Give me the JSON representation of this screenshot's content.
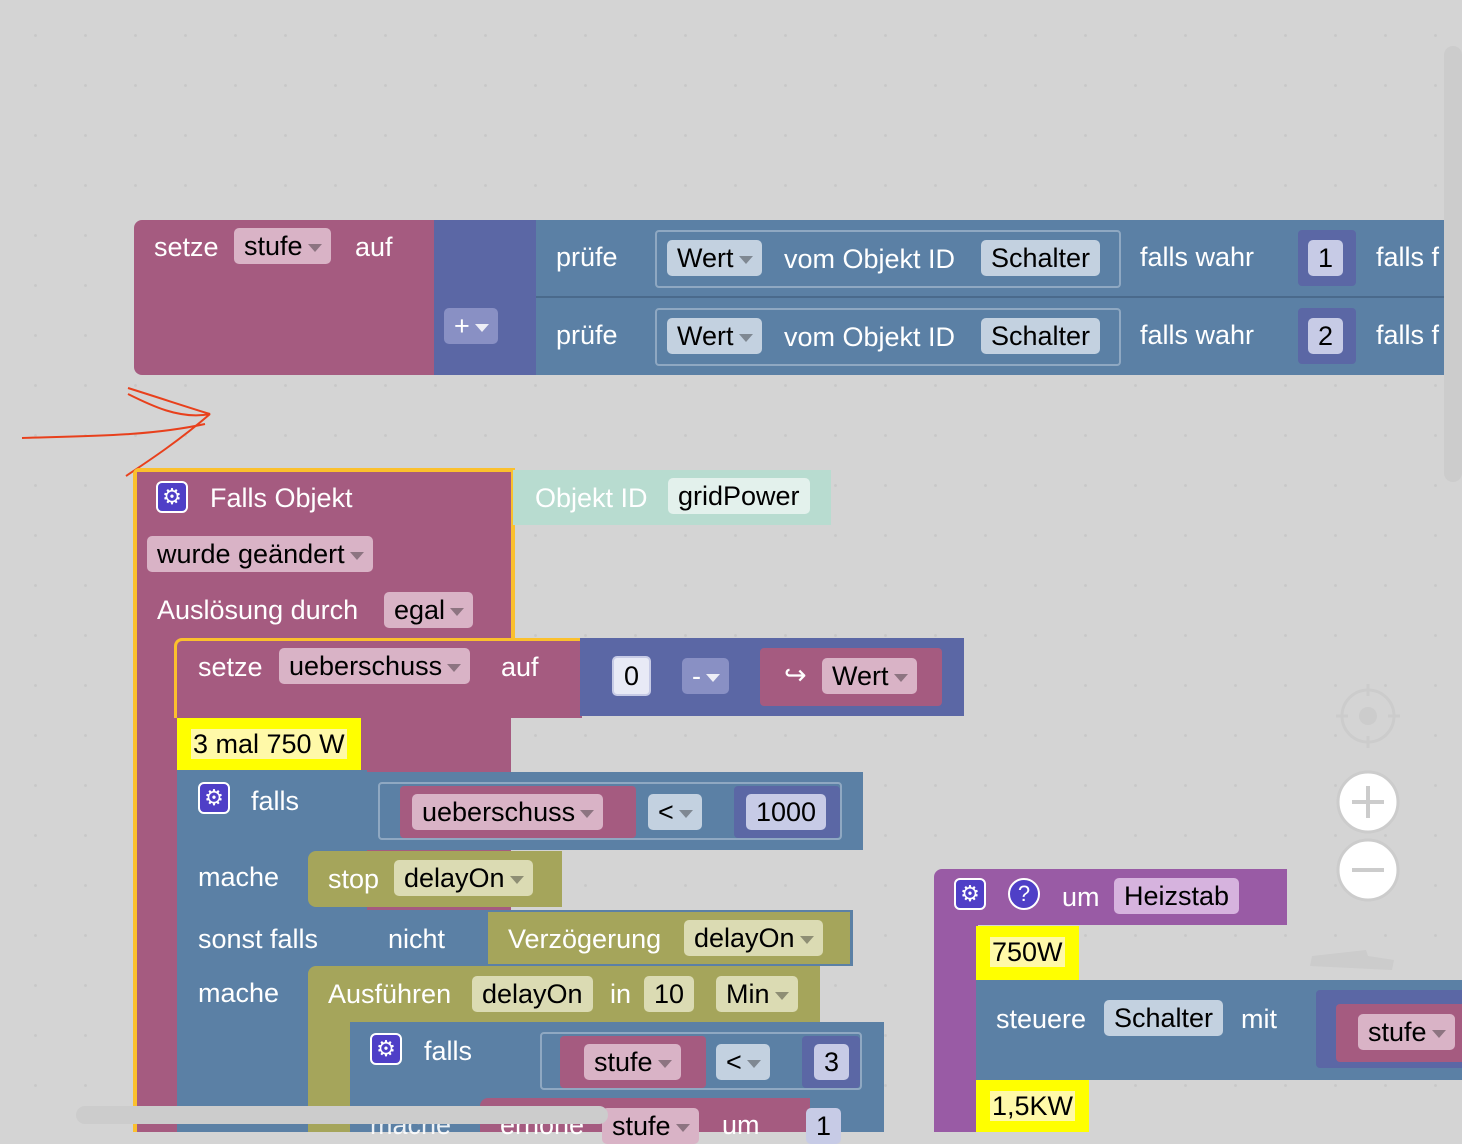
{
  "workspace": {
    "block_set": {
      "setze": "setze",
      "var": "stufe",
      "auf": "auf",
      "plus": "+",
      "row1": {
        "pruefe": "prüfe",
        "wert": "Wert",
        "vom": "vom Objekt ID",
        "id": "Schalter",
        "falls_wahr": "falls wahr",
        "num": "1",
        "falls_f": "falls f"
      },
      "row2": {
        "pruefe": "prüfe",
        "wert": "Wert",
        "vom": "vom Objekt ID",
        "id": "Schalter",
        "falls_wahr": "falls wahr",
        "num": "2",
        "falls_f": "falls f"
      }
    },
    "trigger": {
      "title": "Falls Objekt",
      "obj_label": "Objekt ID",
      "obj_id": "gridPower",
      "event": "wurde geändert",
      "ausloesung": "Auslösung durch",
      "ausloesung_value": "egal",
      "set_label": "setze",
      "set_var": "ueberschuss",
      "set_auf": "auf",
      "zero": "0",
      "minus": "-",
      "wert_arrow": "↪",
      "wert": "Wert",
      "comment1": "3 mal 750 W",
      "falls": "falls",
      "cond_var": "ueberschuss",
      "cond_op": "<",
      "cond_val": "1000",
      "mache": "mache",
      "stop": "stop",
      "stop_var": "delayOn",
      "sonst_falls": "sonst falls",
      "nicht": "nicht",
      "verz": "Verzögerung",
      "verz_var": "delayOn",
      "mache2": "mache",
      "ausfuehren": "Ausführen",
      "aus_var": "delayOn",
      "in": "in",
      "in_val": "10",
      "min": "Min",
      "inner_falls": "falls",
      "inner_var": "stufe",
      "inner_op": "<",
      "inner_val": "3",
      "inner_mache": "mache",
      "erhoehe": "erhöhe",
      "erhoehe_var": "stufe",
      "um": "um",
      "um_val": "1"
    },
    "function": {
      "um": "um",
      "name": "Heizstab",
      "comment1": "750W",
      "steuere": "steuere",
      "schalter": "Schalter",
      "mit": "mit",
      "stufe": "stufe",
      "comment2": "1,5KW"
    }
  },
  "colors": {
    "procedure_pink": "#a55b80",
    "logic_blue": "#5b80a5",
    "math_indigo": "#5b67a5",
    "timer_olive": "#a5a55b",
    "func_purple": "#995ba5",
    "comment_yellow": "#ffff00",
    "selection": "#fbc02d"
  }
}
